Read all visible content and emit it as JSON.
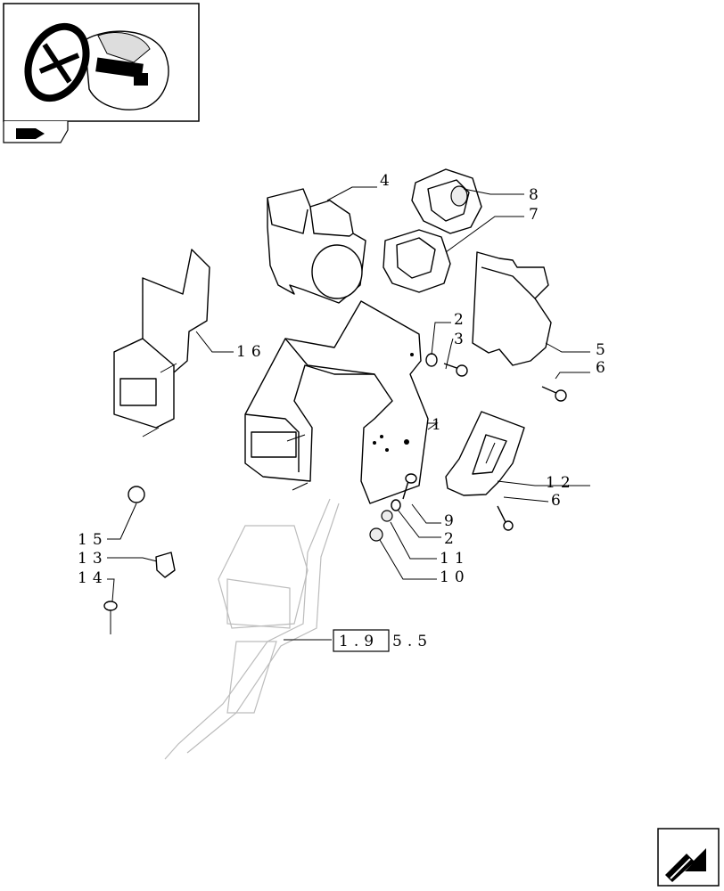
{
  "thumbnail": {
    "caption": ""
  },
  "callouts": {
    "c1": "1",
    "c2a": "2",
    "c3": "3",
    "c4": "4",
    "c5": "5",
    "c6a": "6",
    "c6b": "6",
    "c7": "7",
    "c8": "8",
    "c9": "9",
    "c2b": "2",
    "c11": "11",
    "c10": "10",
    "c12": "12",
    "c13": "13",
    "c14": "14",
    "c15": "15",
    "c16": "16"
  },
  "reference": {
    "boxed": "1.9",
    "rest": "5.5"
  },
  "nav": {
    "icon": "next-page-arrow-icon"
  }
}
